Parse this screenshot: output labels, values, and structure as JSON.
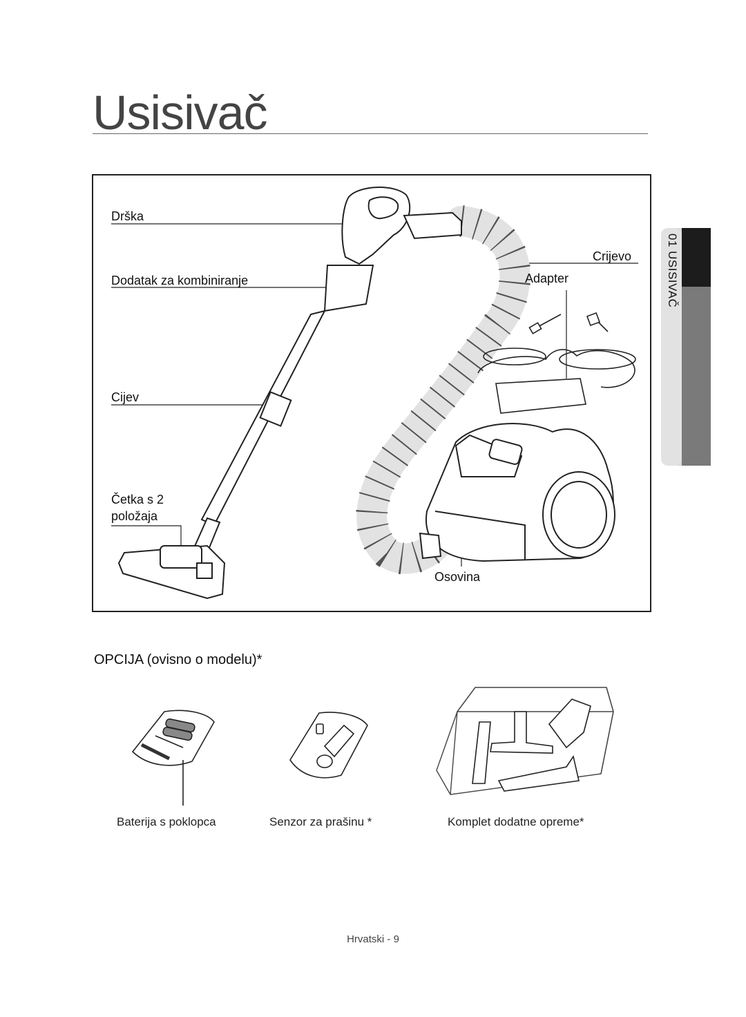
{
  "page": {
    "title": "Usisivač",
    "footer": "Hrvatski - 9"
  },
  "side_tab": {
    "label": "01 USISIVAČ"
  },
  "main_diagram": {
    "labels": {
      "handle": "Drška",
      "combination_tool": "Dodatak za kombiniranje",
      "pipe": "Cijev",
      "brush_line1": "Četka s 2",
      "brush_line2": "položaja",
      "hose": "Crijevo",
      "adapter": "Adapter",
      "axle": "Osovina"
    }
  },
  "options": {
    "heading": "OPCIJA (ovisno o modelu)*",
    "items": [
      {
        "caption": "Baterija s poklopca"
      },
      {
        "caption": "Senzor za prašinu *"
      },
      {
        "caption": "Komplet dodatne opreme*"
      }
    ]
  },
  "colors": {
    "text": "#1a1a1a",
    "tab_dark": "#1c1c1c",
    "tab_mid": "#7a7a7a",
    "tab_light": "#d6d6d6",
    "hose_fill": "#e4e4e4"
  }
}
